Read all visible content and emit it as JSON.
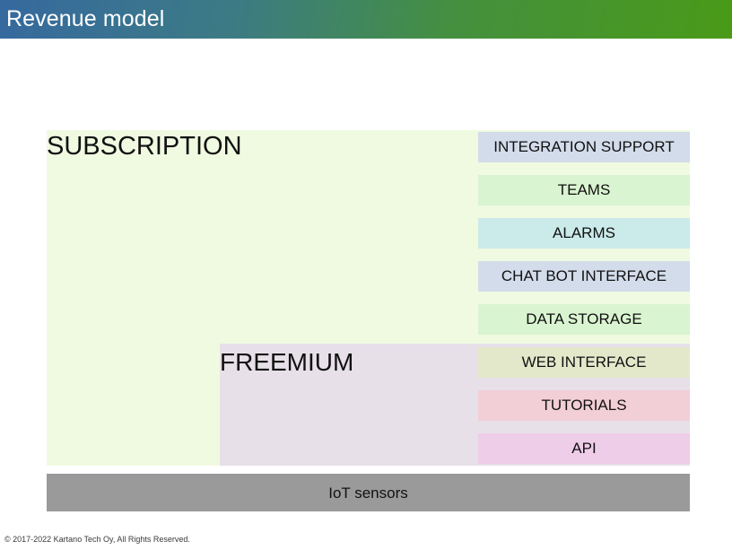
{
  "header": {
    "title": "Revenue model",
    "gradient_from": "#36699f",
    "gradient_to": "#4a9a18",
    "title_color": "#ffffff"
  },
  "diagram": {
    "type": "tiered-offering-stack",
    "tiers": [
      {
        "id": "subscription",
        "label": "SUBSCRIPTION",
        "color": "#f0fae1"
      },
      {
        "id": "freemium",
        "label": "FREEMIUM",
        "color": "#e7e0e8"
      }
    ],
    "features": [
      {
        "label": "INTEGRATION SUPPORT",
        "color": "#d3dcea",
        "tier": "subscription"
      },
      {
        "label": "TEAMS",
        "color": "#d9f4d0",
        "tier": "subscription"
      },
      {
        "label": "ALARMS",
        "color": "#cbeaea",
        "tier": "subscription"
      },
      {
        "label": "CHAT BOT INTERFACE",
        "color": "#d3dcea",
        "tier": "subscription"
      },
      {
        "label": "DATA STORAGE",
        "color": "#d9f4d0",
        "tier": "subscription"
      },
      {
        "label": "WEB INTERFACE",
        "color": "#e4e8cb",
        "tier": "freemium"
      },
      {
        "label": "TUTORIALS",
        "color": "#f2ced6",
        "tier": "freemium"
      },
      {
        "label": "API",
        "color": "#eecde8",
        "tier": "freemium"
      }
    ],
    "platform": {
      "label": "IoT sensors",
      "color": "#9a9a9a"
    }
  },
  "footer": {
    "copyright": "© 2017-2022 Kartano Tech Oy, All Rights Reserved."
  }
}
